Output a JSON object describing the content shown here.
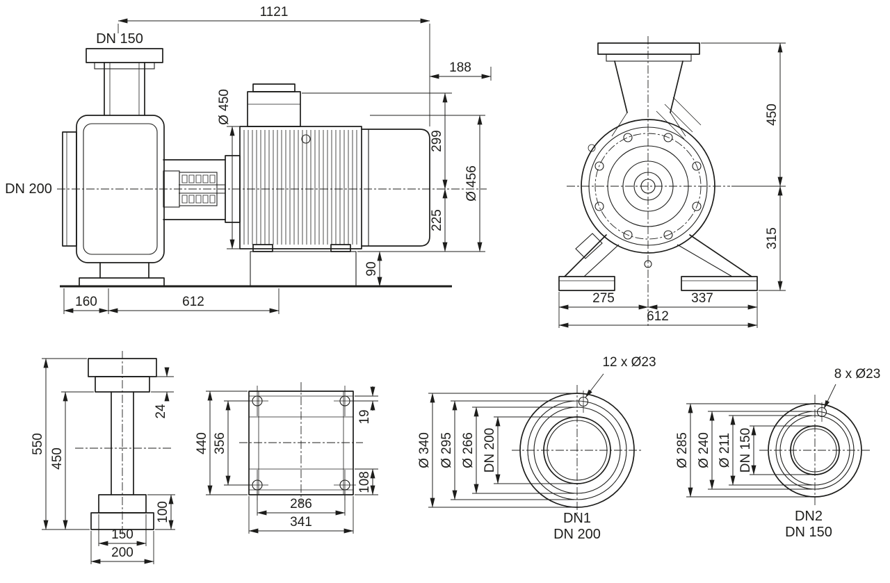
{
  "drawing": {
    "side_view": {
      "dim_total_length": "1121",
      "label_dn_discharge": "DN 150",
      "label_dn_suction": "DN 200",
      "dim_dismantling_clearance": "188",
      "dim_motor_diameter": "Ø 450",
      "dim_axis_to_top": "299",
      "dim_casing_diameter": "Ø 456",
      "dim_axis_to_base": "225",
      "dim_foundation_height": "90",
      "dim_flange_to_foot": "160",
      "dim_foot_length": "612"
    },
    "end_view": {
      "dim_axis_to_flange_top": "450",
      "dim_axis_to_foot_bottom": "315",
      "dim_center_to_left_foot": "275",
      "dim_center_to_right_foot": "337",
      "dim_foot_span": "612"
    },
    "support_view": {
      "dim_flange_thickness": "24",
      "dim_overall_height": "550",
      "dim_foot_to_flange": "450",
      "dim_foot_height": "100",
      "dim_foot_width": "150",
      "dim_base_width": "200"
    },
    "foot_plan_view": {
      "dim_plate_length": "440",
      "dim_bolt_pitch_length": "356",
      "dim_bolt_edge_offset": "19",
      "dim_bolt_end_offset": "108",
      "dim_bolt_pitch_width": "286",
      "dim_plate_width": "341"
    },
    "flange_dn1": {
      "label_bolt_holes": "12 x Ø23",
      "dim_outer_diameter": "Ø 340",
      "dim_bolt_circle": "Ø 295",
      "dim_raised_face": "Ø 266",
      "dim_nominal_bore": "DN 200",
      "caption_line1": "DN1",
      "caption_line2": "DN 200"
    },
    "flange_dn2": {
      "label_bolt_holes": "8 x Ø23",
      "dim_outer_diameter": "Ø 285",
      "dim_bolt_circle": "Ø 240",
      "dim_raised_face": "Ø 211",
      "dim_nominal_bore": "DN 150",
      "caption_line1": "DN2",
      "caption_line2": "DN 150"
    }
  }
}
